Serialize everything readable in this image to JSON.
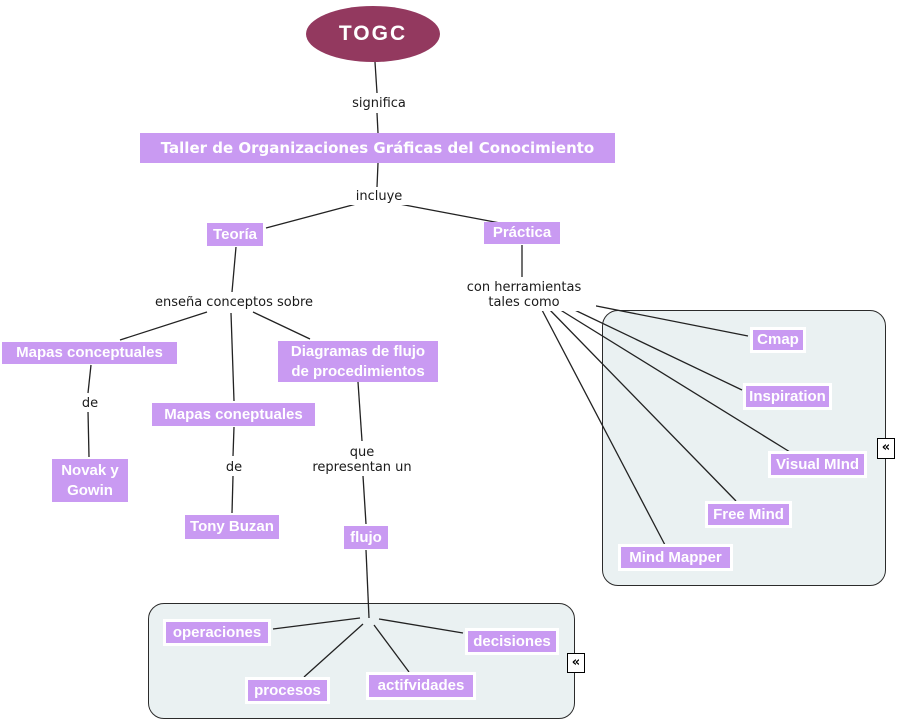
{
  "nodes": {
    "root": "TOGC",
    "title": "Taller de Organizaciones Gráficas del Conocimiento",
    "teoria": "Teoría",
    "practica": "Práctica",
    "mapas_conceptuales": "Mapas conceptuales",
    "mapas_coneptuales": "Mapas coneptuales",
    "diagramas": "Diagramas de flujo\nde procedimientos",
    "novak": "Novak y\nGowin",
    "tony": "Tony Buzan",
    "flujo": "flujo",
    "cmap": "Cmap",
    "inspiration": "Inspiration",
    "visual_mind": "Visual MInd",
    "free_mind": "Free Mind",
    "mind_mapper": "Mind Mapper",
    "operaciones": "operaciones",
    "procesos": "procesos",
    "actifvidades": "actifvidades",
    "decisiones": "decisiones"
  },
  "connectors": {
    "significa": "significa",
    "incluye": "incluye",
    "ensena": "enseña conceptos sobre",
    "de_novak": "de",
    "de_tony": "de",
    "que": "que\nrepresentan un",
    "herramientas": "con herramientas\ntales como"
  },
  "icons": {
    "collapse": "«"
  },
  "colors": {
    "node_fill": "#c99af2",
    "root_fill": "#93395f",
    "container_fill": "#eaf1f2",
    "node_text": "#ffffff",
    "line": "#222222"
  }
}
